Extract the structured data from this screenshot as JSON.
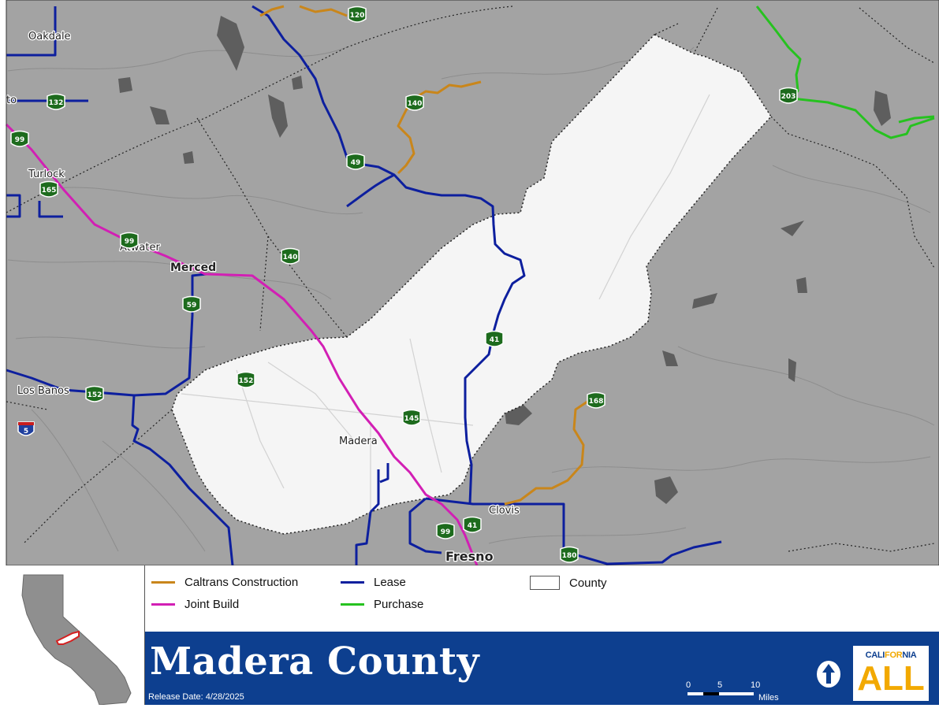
{
  "map": {
    "towns": {
      "oakdale": "Oakdale",
      "escalon_partial": "to",
      "turlock": "Turlock",
      "atwater": "Atwater",
      "merced": "Merced",
      "los_banos": "Los Banos",
      "madera": "Madera",
      "clovis": "Clovis",
      "fresno": "Fresno"
    },
    "shields": {
      "r120": "120",
      "r132": "132",
      "r99_nw": "99",
      "r165": "165",
      "r140_n": "140",
      "r49": "49",
      "r203": "203",
      "r99_atwater": "99",
      "r140_w": "140",
      "r59": "59",
      "r152_e": "152",
      "r152_w": "152",
      "i5": "5",
      "r41_n": "41",
      "r145": "145",
      "r168": "168",
      "r99_fresno": "99",
      "r41_s": "41",
      "r180": "180"
    },
    "colors": {
      "background": "#a3a3a3",
      "county": "#f5f5f5",
      "lease": "#0d1f9e",
      "joint_build": "#d21fb4",
      "caltrans_construction": "#c9861b",
      "purchase": "#26c21f",
      "shield": "#1d6b1d"
    }
  },
  "legend": {
    "caltrans_construction": "Caltrans Construction",
    "joint_build": "Joint Build",
    "lease": "Lease",
    "purchase": "Purchase",
    "county": "County"
  },
  "footer": {
    "title": "Madera County",
    "release": "Release Date: 4/28/2025",
    "scale": {
      "t0": "0",
      "t5": "5",
      "t10": "10",
      "unit": "Miles"
    },
    "logo_top_a": "CALI",
    "logo_top_b": "FOR",
    "logo_top_c": "NIA",
    "logo_main": "ALL"
  }
}
